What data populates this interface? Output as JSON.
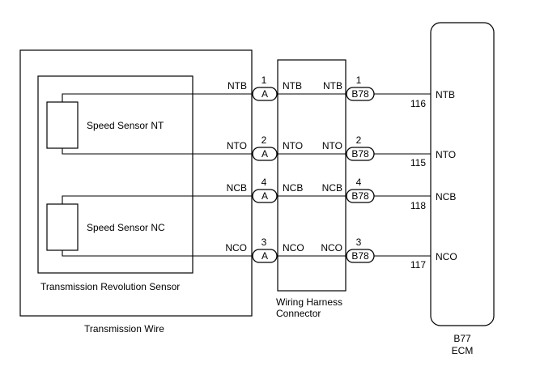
{
  "transmission_wire": {
    "label": "Transmission Wire"
  },
  "revolution_sensor": {
    "label": "Transmission Revolution Sensor"
  },
  "sensors": [
    {
      "label": "Speed Sensor NT"
    },
    {
      "label": "Speed Sensor NC"
    }
  ],
  "harness": {
    "label_line1": "Wiring Harness",
    "label_line2": "Connector"
  },
  "ecm": {
    "label_line1": "B77",
    "label_line2": "ECM"
  },
  "signals": [
    {
      "name": "NTB",
      "pin_a": "1",
      "connector_a": "A",
      "pin_b78": "1",
      "connector_b78": "B78",
      "ecm_pin": "116"
    },
    {
      "name": "NTO",
      "pin_a": "2",
      "connector_a": "A",
      "pin_b78": "2",
      "connector_b78": "B78",
      "ecm_pin": "115"
    },
    {
      "name": "NCB",
      "pin_a": "4",
      "connector_a": "A",
      "pin_b78": "4",
      "connector_b78": "B78",
      "ecm_pin": "118"
    },
    {
      "name": "NCO",
      "pin_a": "3",
      "connector_a": "A",
      "pin_b78": "3",
      "connector_b78": "B78",
      "ecm_pin": "117"
    }
  ]
}
